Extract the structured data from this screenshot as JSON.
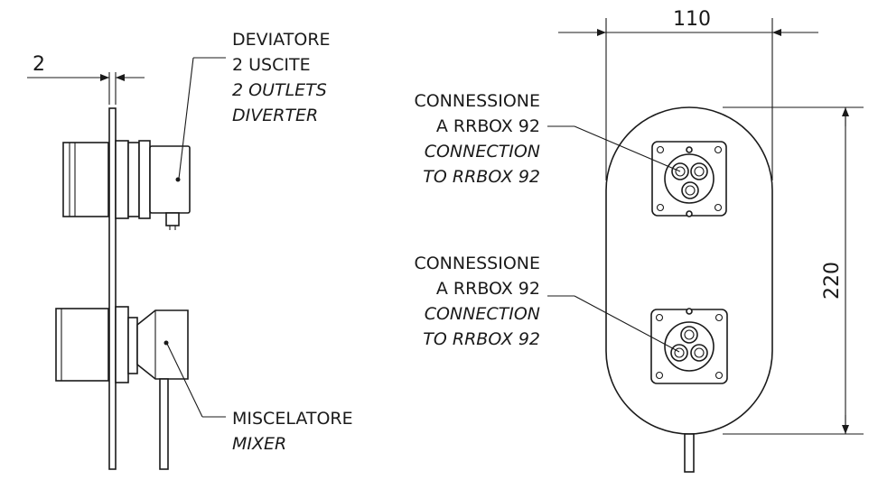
{
  "dimensions": {
    "gap": "2",
    "width": "110",
    "height": "220"
  },
  "labels": {
    "diverter": {
      "line1": "DEVIATORE",
      "line2": "2 USCITE",
      "line3": "2 OUTLETS",
      "line4": "DIVERTER"
    },
    "connection_top": {
      "line1": "CONNESSIONE",
      "line2": "A RRBOX 92",
      "line3": "CONNECTION",
      "line4": "TO RRBOX 92"
    },
    "connection_bottom": {
      "line1": "CONNESSIONE",
      "line2": "A RRBOX 92",
      "line3": "CONNECTION",
      "line4": "TO RRBOX 92"
    },
    "mixer": {
      "line1": "MISCELATORE",
      "line2": "MIXER"
    }
  }
}
